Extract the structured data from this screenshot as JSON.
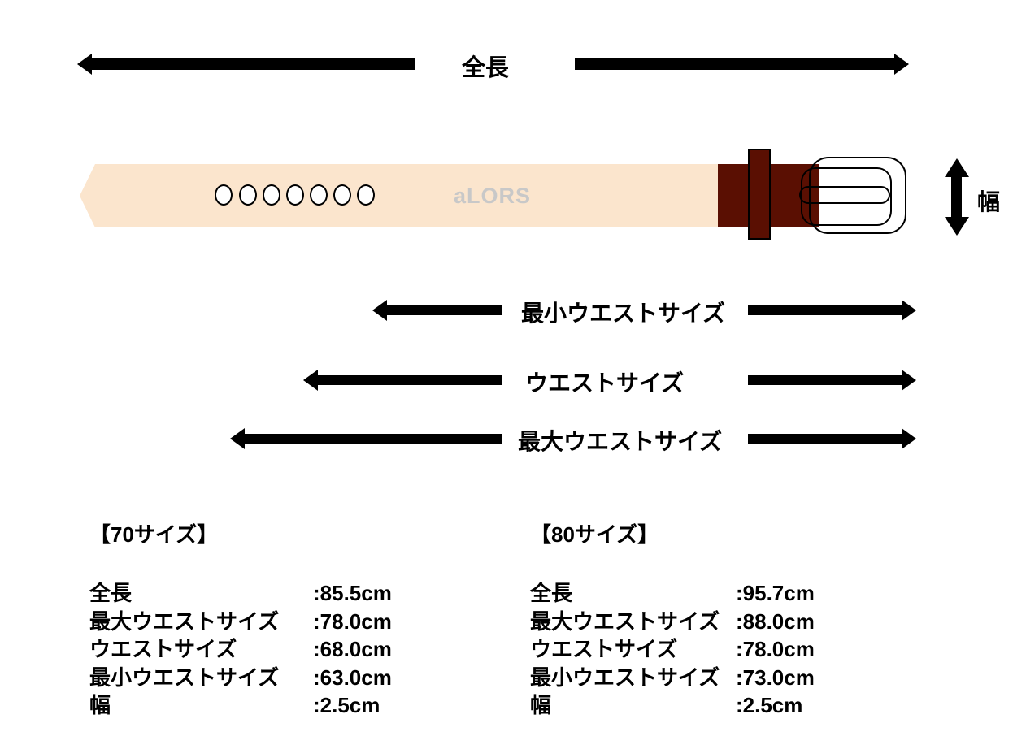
{
  "diagram": {
    "total_length_label": "全長",
    "width_label": "幅",
    "brand_text": "aLORS",
    "measure_rows": [
      {
        "label": "最小ウエストサイズ"
      },
      {
        "label": "ウエストサイズ"
      },
      {
        "label": "最大ウエストサイズ"
      }
    ],
    "belt_hole_count": 7
  },
  "colors": {
    "belt_strap": "#FBE5CD",
    "belt_leather": "#5A0F02",
    "brand_text": "#C8C8C8",
    "arrow": "#000000"
  },
  "size_tables": [
    {
      "heading": "【70サイズ】",
      "rows": [
        {
          "label": "全長",
          "value": ":85.5cm"
        },
        {
          "label": "最大ウエストサイズ",
          "value": ":78.0cm"
        },
        {
          "label": "ウエストサイズ",
          "value": ":68.0cm"
        },
        {
          "label": "最小ウエストサイズ",
          "value": ":63.0cm"
        },
        {
          "label": "幅",
          "value": ":2.5cm"
        }
      ]
    },
    {
      "heading": "【80サイズ】",
      "rows": [
        {
          "label": "全長",
          "value": ":95.7cm"
        },
        {
          "label": "最大ウエストサイズ",
          "value": ":88.0cm"
        },
        {
          "label": "ウエストサイズ",
          "value": ":78.0cm"
        },
        {
          "label": "最小ウエストサイズ",
          "value": ":73.0cm"
        },
        {
          "label": "幅",
          "value": ":2.5cm"
        }
      ]
    }
  ]
}
